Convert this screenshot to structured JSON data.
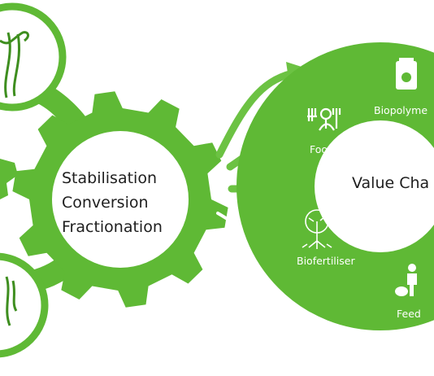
{
  "gear": {
    "lines": [
      "Stabilisation",
      "Conversion",
      "Fractionation"
    ]
  },
  "ring": {
    "center_label": "Value Cha",
    "items": [
      {
        "label": "Food",
        "icon": "food-cutlery-icon"
      },
      {
        "label": "Biopolyme",
        "icon": "biopolymer-bag-icon"
      },
      {
        "label": "Biofertiliser",
        "icon": "tree-roots-icon"
      },
      {
        "label": "Feed",
        "icon": "person-feeding-icon"
      }
    ]
  },
  "colors": {
    "green": "#5fb935",
    "dark_green": "#3e8e1f",
    "light_arrow": "#7cc957",
    "text": "#1e1e1e"
  }
}
